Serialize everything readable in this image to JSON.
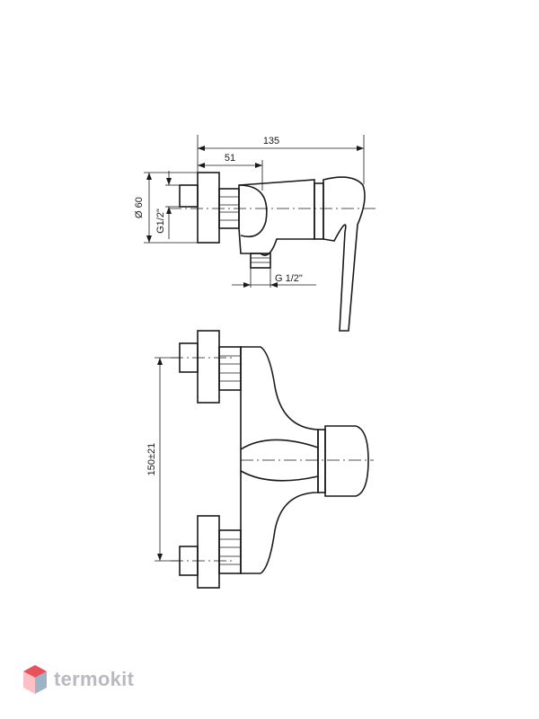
{
  "dimensions": {
    "overall_length": "135",
    "body_offset": "51",
    "wall_diameter": "Ø 60",
    "inlet_thread": "G1/2\"",
    "outlet_thread": "G  1/2\"",
    "inlet_spacing": "150±21"
  },
  "brand": {
    "name": "termokit",
    "colors": {
      "top": "#e8505b",
      "left": "#ffc0c5",
      "right": "#9fb3c8"
    }
  }
}
